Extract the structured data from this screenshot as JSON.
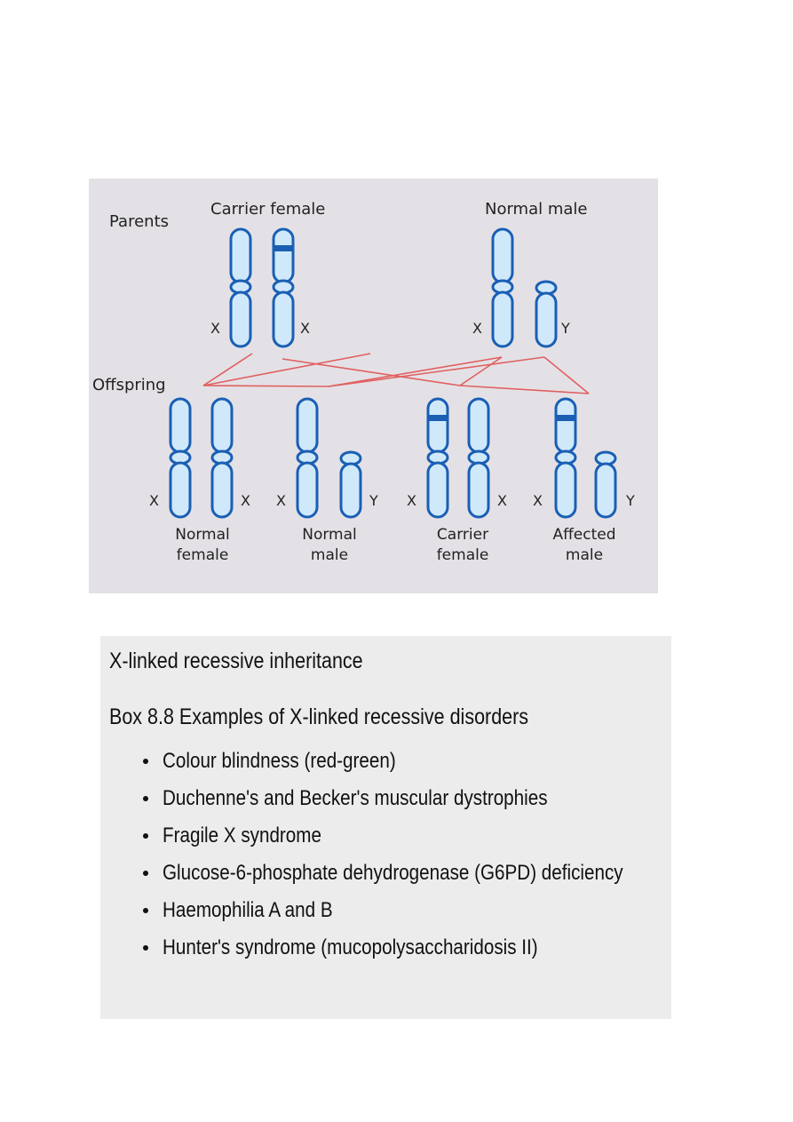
{
  "diagram": {
    "background": "#e4e1e6",
    "chromosome_fill": "#cfe9fb",
    "chromosome_stroke": "#1a5fb4",
    "line_color": "#e06060",
    "parents_label": "Parents",
    "offspring_label": "Offspring",
    "parent_groups": [
      {
        "label": "Carrier female",
        "chromosomes": [
          "X",
          "X"
        ]
      },
      {
        "label": "Normal male",
        "chromosomes": [
          "X",
          "Y"
        ]
      }
    ],
    "offspring_groups": [
      {
        "label_line1": "Normal",
        "label_line2": "female",
        "chromosomes": [
          "X",
          "X"
        ]
      },
      {
        "label_line1": "Normal",
        "label_line2": "male",
        "chromosomes": [
          "X",
          "Y"
        ]
      },
      {
        "label_line1": "Carrier",
        "label_line2": "female",
        "chromosomes": [
          "X",
          "X"
        ]
      },
      {
        "label_line1": "Affected",
        "label_line2": "male",
        "chromosomes": [
          "X",
          "Y"
        ]
      }
    ]
  },
  "box": {
    "title": "X-linked recessive inheritance",
    "subtitle": "Box 8.8 Examples of X-linked recessive disorders",
    "items": [
      "Colour blindness (red-green)",
      "Duchenne's and Becker's muscular dystrophies",
      "Fragile X syndrome",
      "Glucose-6-phosphate dehydrogenase (G6PD) deficiency",
      "Haemophilia A and B",
      "Hunter's syndrome (mucopolysaccharidosis II)"
    ]
  }
}
